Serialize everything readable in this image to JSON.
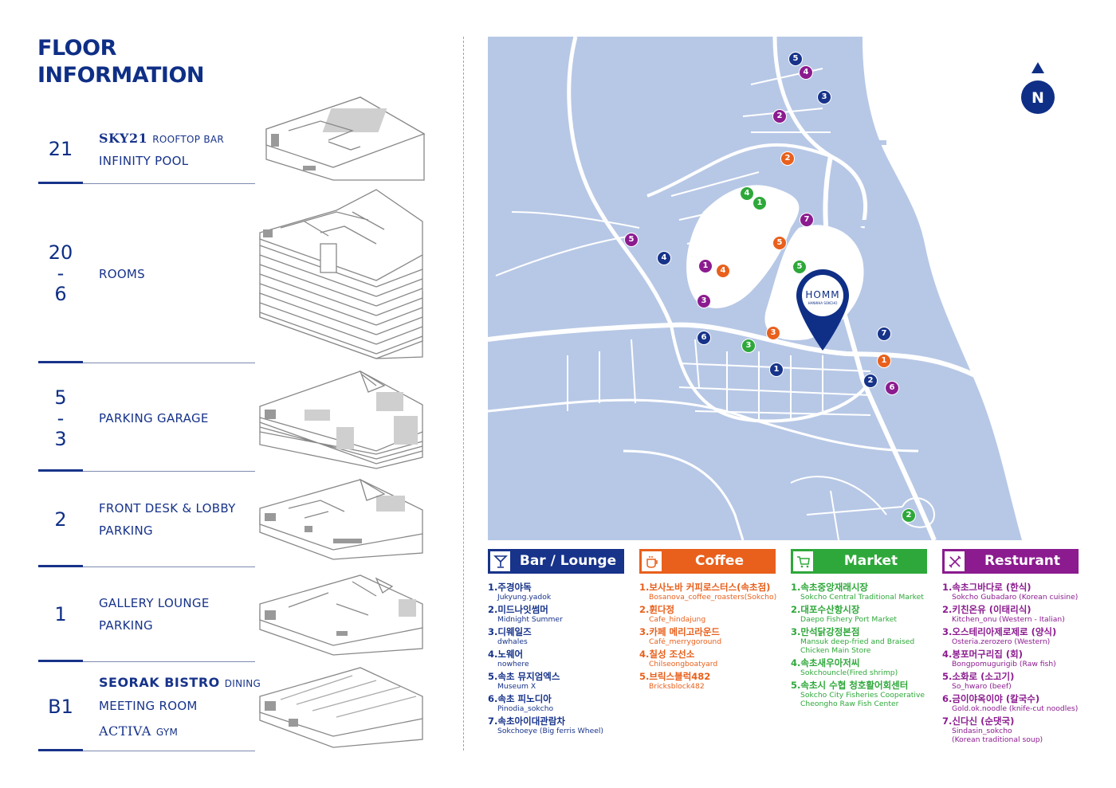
{
  "title": {
    "line1": "FLOOR",
    "line2": "INFORMATION"
  },
  "floors": [
    {
      "num": "21",
      "labels": [
        {
          "brand": "SKY21",
          "suffix": "ROOFTOP BAR"
        },
        {
          "text": "INFINITY POOL"
        }
      ]
    },
    {
      "num": "20\n-\n6",
      "num_lines": [
        "20",
        "-",
        "6"
      ],
      "labels": [
        {
          "text": "ROOMS"
        }
      ]
    },
    {
      "num_lines": [
        "5",
        "-",
        "3"
      ],
      "labels": [
        {
          "text": "PARKING GARAGE"
        }
      ]
    },
    {
      "num": "2",
      "labels": [
        {
          "text": "FRONT DESK & LOBBY"
        },
        {
          "text": "PARKING"
        }
      ]
    },
    {
      "num": "1",
      "labels": [
        {
          "text": "GALLERY LOUNGE"
        },
        {
          "text": "PARKING"
        }
      ]
    },
    {
      "num": "B1",
      "labels": [
        {
          "brand": "SEORAK BISTRO",
          "suffix": "DINING"
        },
        {
          "text": "MEETING ROOM"
        },
        {
          "brand": "ACTIVA",
          "suffix": "GYM"
        }
      ]
    }
  ],
  "map": {
    "hotel_label": "HOMM",
    "hotel_sublabel": "HANWHA SOKCHO",
    "north_label": "N",
    "colors": {
      "water": "#ffffff",
      "land": "#b7c8e6",
      "road": "#ffffff",
      "bar": "#17338a",
      "coffee": "#e8601c",
      "market": "#2ea83a",
      "restaurant": "#8b1b8f"
    },
    "markers": [
      {
        "cat": "bar",
        "n": "1"
      },
      {
        "cat": "bar",
        "n": "2"
      },
      {
        "cat": "bar",
        "n": "3"
      },
      {
        "cat": "bar",
        "n": "4"
      },
      {
        "cat": "bar",
        "n": "5"
      },
      {
        "cat": "bar",
        "n": "6"
      },
      {
        "cat": "bar",
        "n": "7"
      },
      {
        "cat": "coffee",
        "n": "1"
      },
      {
        "cat": "coffee",
        "n": "2"
      },
      {
        "cat": "coffee",
        "n": "3"
      },
      {
        "cat": "coffee",
        "n": "4"
      },
      {
        "cat": "coffee",
        "n": "5"
      },
      {
        "cat": "market",
        "n": "1"
      },
      {
        "cat": "market",
        "n": "2"
      },
      {
        "cat": "market",
        "n": "3"
      },
      {
        "cat": "market",
        "n": "4"
      },
      {
        "cat": "market",
        "n": "5"
      },
      {
        "cat": "restaurant",
        "n": "1"
      },
      {
        "cat": "restaurant",
        "n": "2"
      },
      {
        "cat": "restaurant",
        "n": "3"
      },
      {
        "cat": "restaurant",
        "n": "4"
      },
      {
        "cat": "restaurant",
        "n": "5"
      },
      {
        "cat": "restaurant",
        "n": "6"
      },
      {
        "cat": "restaurant",
        "n": "7"
      }
    ]
  },
  "categories": [
    {
      "id": "bar",
      "title": "Bar / Lounge",
      "icon": "cocktail-icon",
      "color": "#17338a",
      "items": [
        {
          "ko": "1.주경야독",
          "en": "Jukyung.yadok"
        },
        {
          "ko": "2.미드나잇썸머",
          "en": "Midnight Summer"
        },
        {
          "ko": "3.디웨일즈",
          "en": "dwhales"
        },
        {
          "ko": "4.노웨어",
          "en": "nowhere"
        },
        {
          "ko": "5.속초 뮤지엄엑스",
          "en": "Museum X"
        },
        {
          "ko": "6.속초 피노디아",
          "en": "Pinodia_sokcho"
        },
        {
          "ko": "7.속초아이대관람차",
          "en": "Sokchoeye (Big ferris Wheel)"
        }
      ]
    },
    {
      "id": "coffee",
      "title": "Coffee",
      "icon": "coffee-cup-icon",
      "color": "#e8601c",
      "items": [
        {
          "ko": "1.보사노바 커피로스터스(속초점)",
          "en": "Bosanova_coffee_roasters(Sokcho)"
        },
        {
          "ko": "2.휜다정",
          "en": "Cafe_hindajung"
        },
        {
          "ko": "3.카페 메리고라운드",
          "en": "Café_merrygoround"
        },
        {
          "ko": "4.칠성 조선소",
          "en": "Chilseongboatyard"
        },
        {
          "ko": "5.브릭스블럭482",
          "en": "Bricksblock482"
        }
      ]
    },
    {
      "id": "market",
      "title": "Market",
      "icon": "shopping-cart-icon",
      "color": "#2ea83a",
      "items": [
        {
          "ko": "1.속초중앙재래시장",
          "en": "Sokcho Central Traditional Market"
        },
        {
          "ko": "2.대포수산항시장",
          "en": "Daepo Fishery Port Market"
        },
        {
          "ko": "3.만석닭강정본점",
          "en": "Mansuk deep-fried and Braised",
          "en2": "Chicken Main Store"
        },
        {
          "ko": "4.속초새우아저씨",
          "en": "Sokchouncle(Fired shrimp)"
        },
        {
          "ko": "5.속초시 수협 청호활어회센터",
          "en": "Sokcho City Fisheries Cooperative",
          "en2": "Cheongho Raw Fish Center"
        }
      ]
    },
    {
      "id": "restaurant",
      "title": "Resturant",
      "icon": "fork-knife-icon",
      "color": "#8b1b8f",
      "items": [
        {
          "ko": "1.속초그바다로 (한식)",
          "en": "Sokcho Gubadaro (Korean cuisine)"
        },
        {
          "ko": "2.키친온유 (이태리식)",
          "en": "Kitchen_onu (Western - Italian)"
        },
        {
          "ko": "3.오스테리아제로제로 (양식)",
          "en": "Osteria.zerozero (Western)"
        },
        {
          "ko": "4.봉포머구리집 (회)",
          "en": "Bongpomugurigib (Raw fish)"
        },
        {
          "ko": "5.소화로 (소고기)",
          "en": "So_hwaro (beef)"
        },
        {
          "ko": "6.금이야옥이야 (칼국수)",
          "en": "Gold.ok.noodle (knife-cut noodles)"
        },
        {
          "ko": "7.신다신 (순댓국)",
          "en": "Sindasin_sokcho",
          "en2": "(Korean traditional soup)"
        }
      ]
    }
  ]
}
